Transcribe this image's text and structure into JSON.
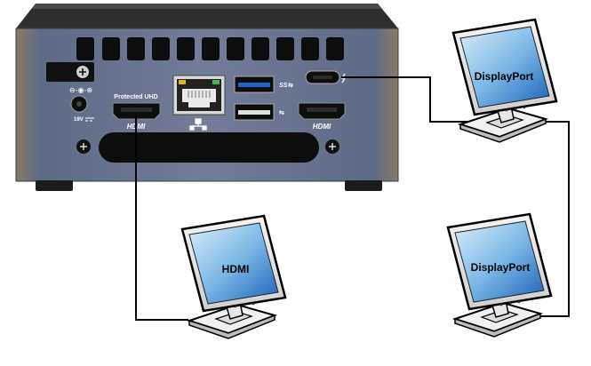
{
  "device": {
    "port_labels": {
      "hdmi_top": "Protected UHD",
      "hdmi_left_logo": "HDMI",
      "hdmi_right_logo": "HDMI",
      "power_voltage": "19V"
    }
  },
  "monitors": [
    {
      "label": "DisplayPort"
    },
    {
      "label": "HDMI"
    },
    {
      "label": "DisplayPort"
    }
  ],
  "colors": {
    "chassis": "#6e7590",
    "chassis_side": "#7a6a55",
    "chassis_top": "#2a2a2a",
    "screen_light": "#bfe0f2",
    "screen_dark": "#1e74c4",
    "cable": "#000000",
    "usb3_blue": "#1e66c8"
  }
}
